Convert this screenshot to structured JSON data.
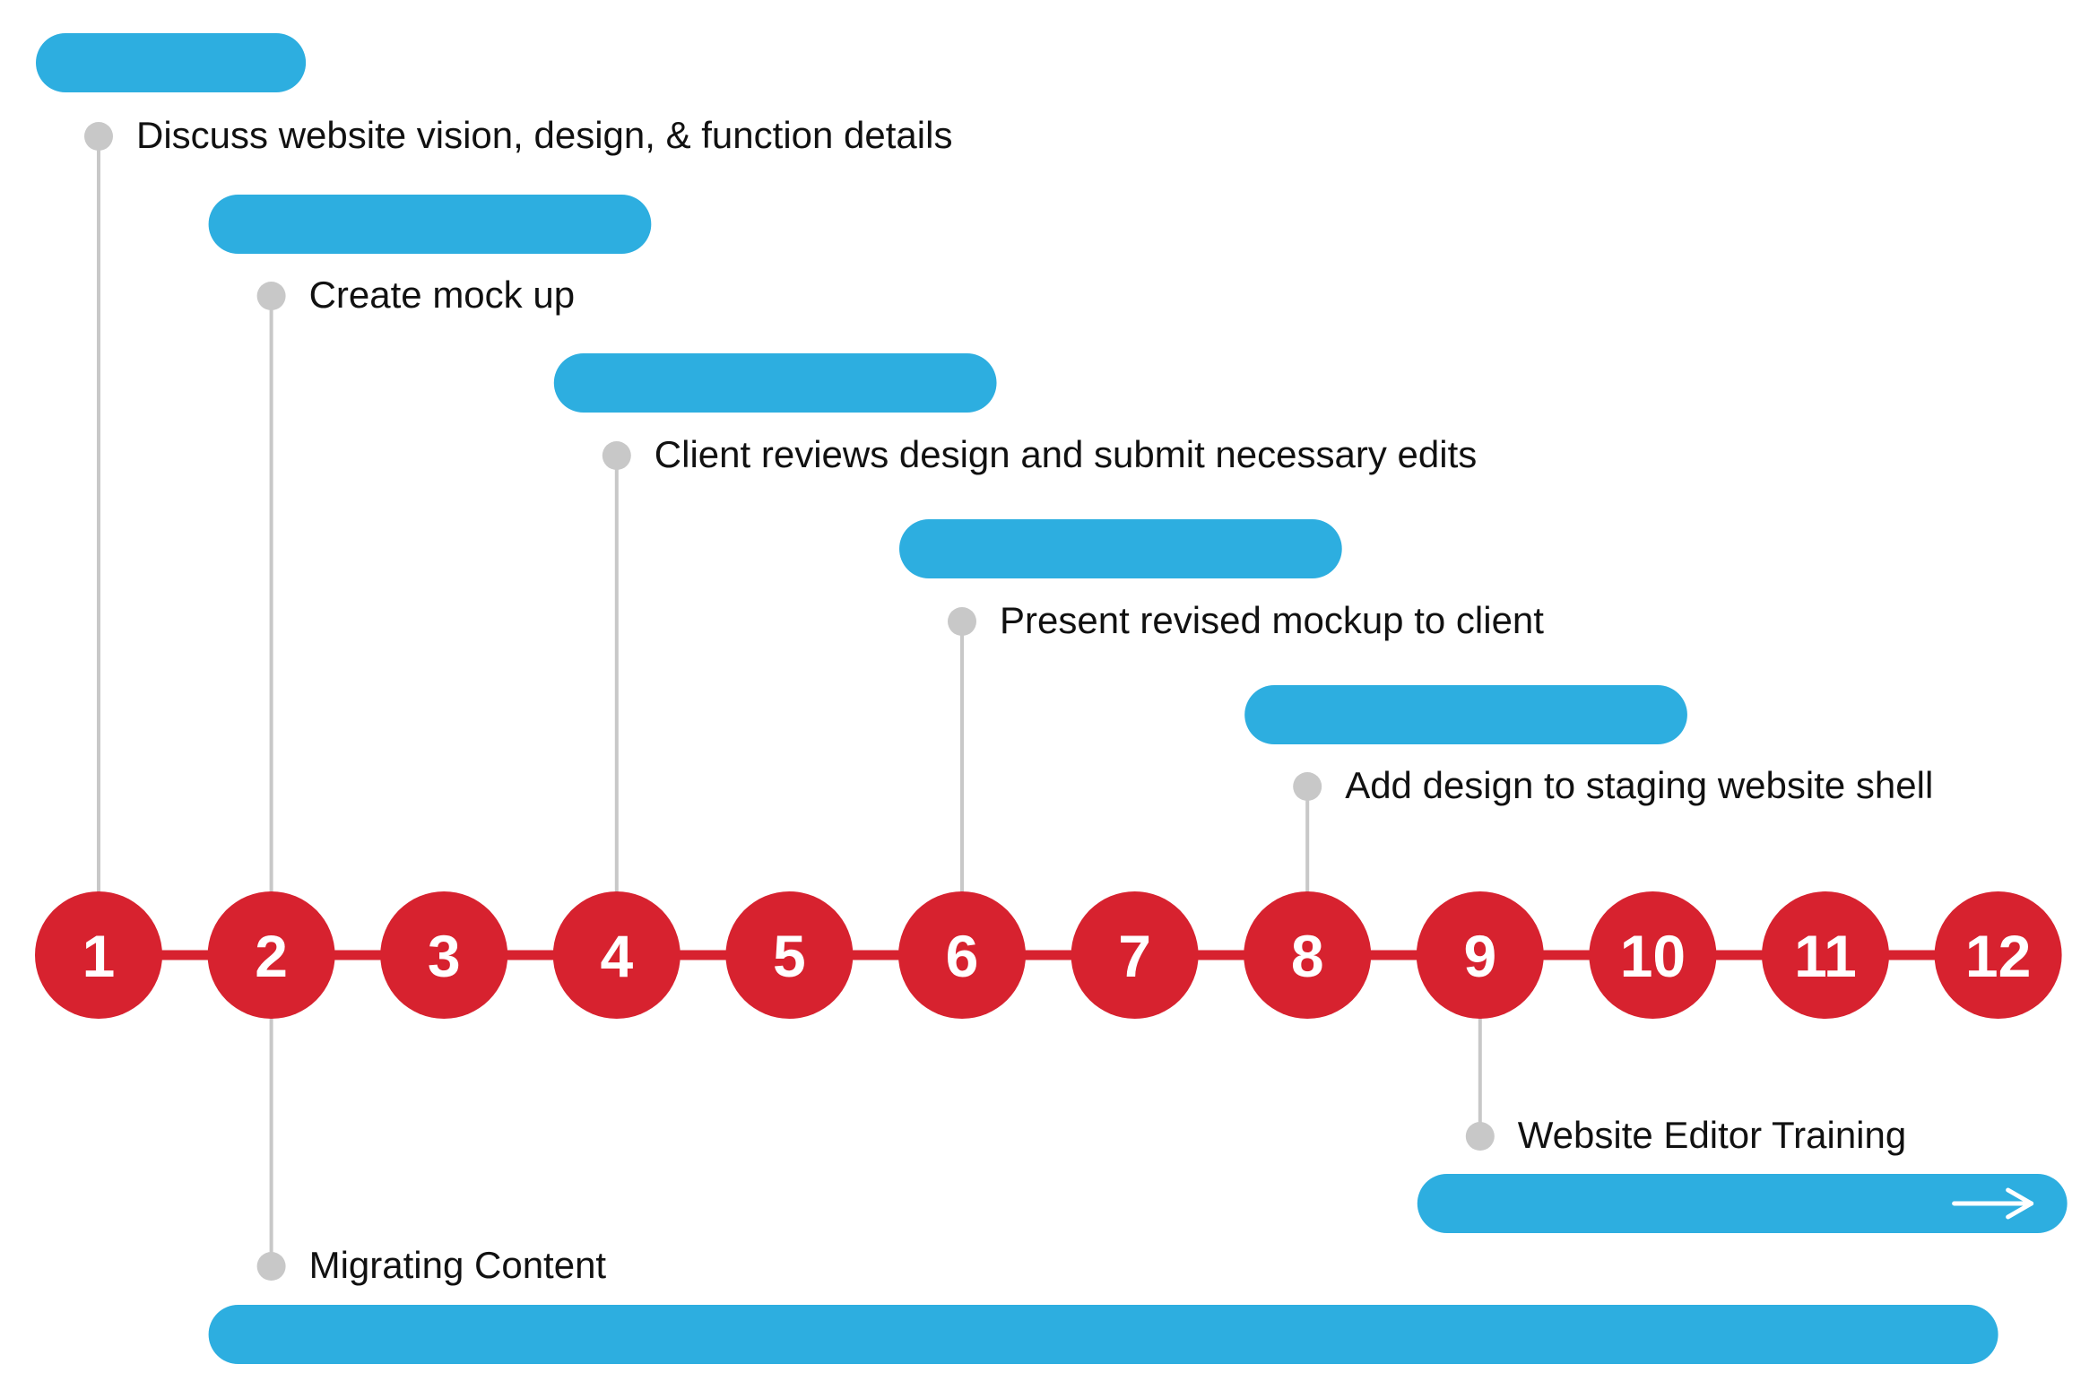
{
  "colors": {
    "bar": "#2DAEE0",
    "step_circle": "#D7222F",
    "connector": "#C8C8C8",
    "timeline": "#D7222F",
    "text": "#111111",
    "arrow": "#ffffff"
  },
  "steps": [
    "1",
    "2",
    "3",
    "4",
    "5",
    "6",
    "7",
    "8",
    "9",
    "10",
    "11",
    "12"
  ],
  "tasks": [
    {
      "label": "Discuss website vision, design, & function details",
      "start_step": 1,
      "end_step": 2.2,
      "position": "above"
    },
    {
      "label": "Create mock up",
      "start_step": 2,
      "end_step": 4.2,
      "position": "above"
    },
    {
      "label": "Client reviews design and submit necessary edits",
      "start_step": 4,
      "end_step": 6.2,
      "position": "above"
    },
    {
      "label": "Present revised mockup to client",
      "start_step": 6,
      "end_step": 8.2,
      "position": "above"
    },
    {
      "label": "Add design to staging website shell",
      "start_step": 8,
      "end_step": 10.2,
      "position": "above"
    },
    {
      "label": "Website Editor Training",
      "start_step": 9,
      "end_step": 12.4,
      "position": "below",
      "arrow": true
    },
    {
      "label": "Migrating Content",
      "start_step": 2,
      "end_step": 12,
      "position": "below"
    }
  ]
}
